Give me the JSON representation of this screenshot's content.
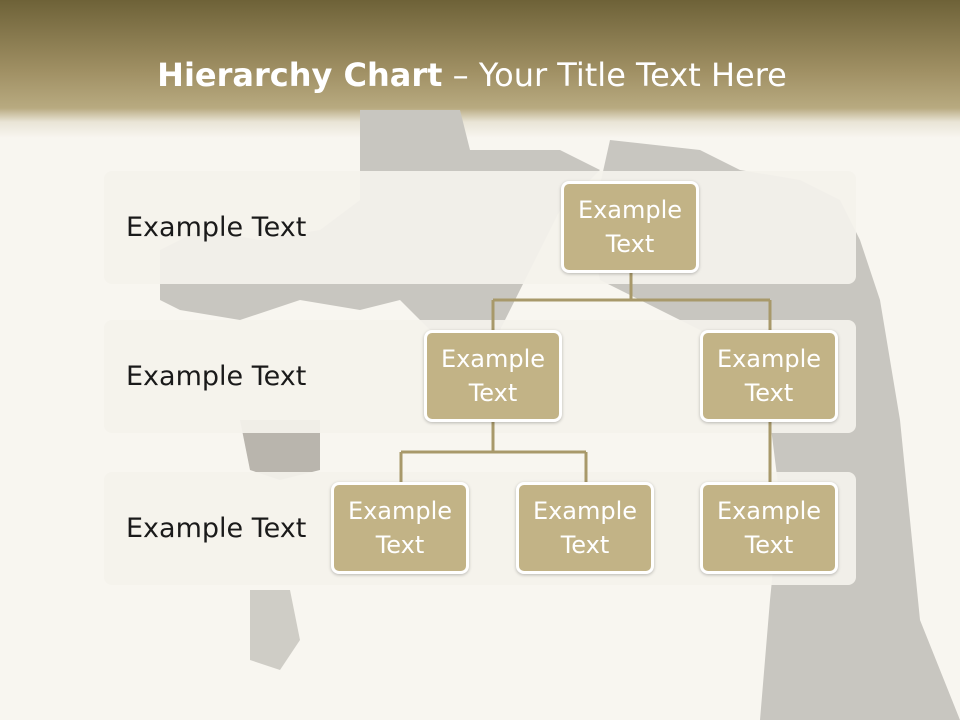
{
  "title": {
    "bold": "Hierarchy Chart",
    "rest": " – Your Title Text Here"
  },
  "bands": [
    {
      "label": "Example Text"
    },
    {
      "label": "Example Text"
    },
    {
      "label": "Example Text"
    }
  ],
  "nodes": {
    "root": "Example Text",
    "level2_left": "Example Text",
    "level2_right": "Example Text",
    "level3_a": "Example Text",
    "level3_b": "Example Text",
    "level3_c": "Example Text"
  },
  "colors": {
    "header_dark": "#6e6238",
    "node_fill": "#c2b386",
    "connector": "#a8996a",
    "band_fill": "#f4f2ec"
  }
}
